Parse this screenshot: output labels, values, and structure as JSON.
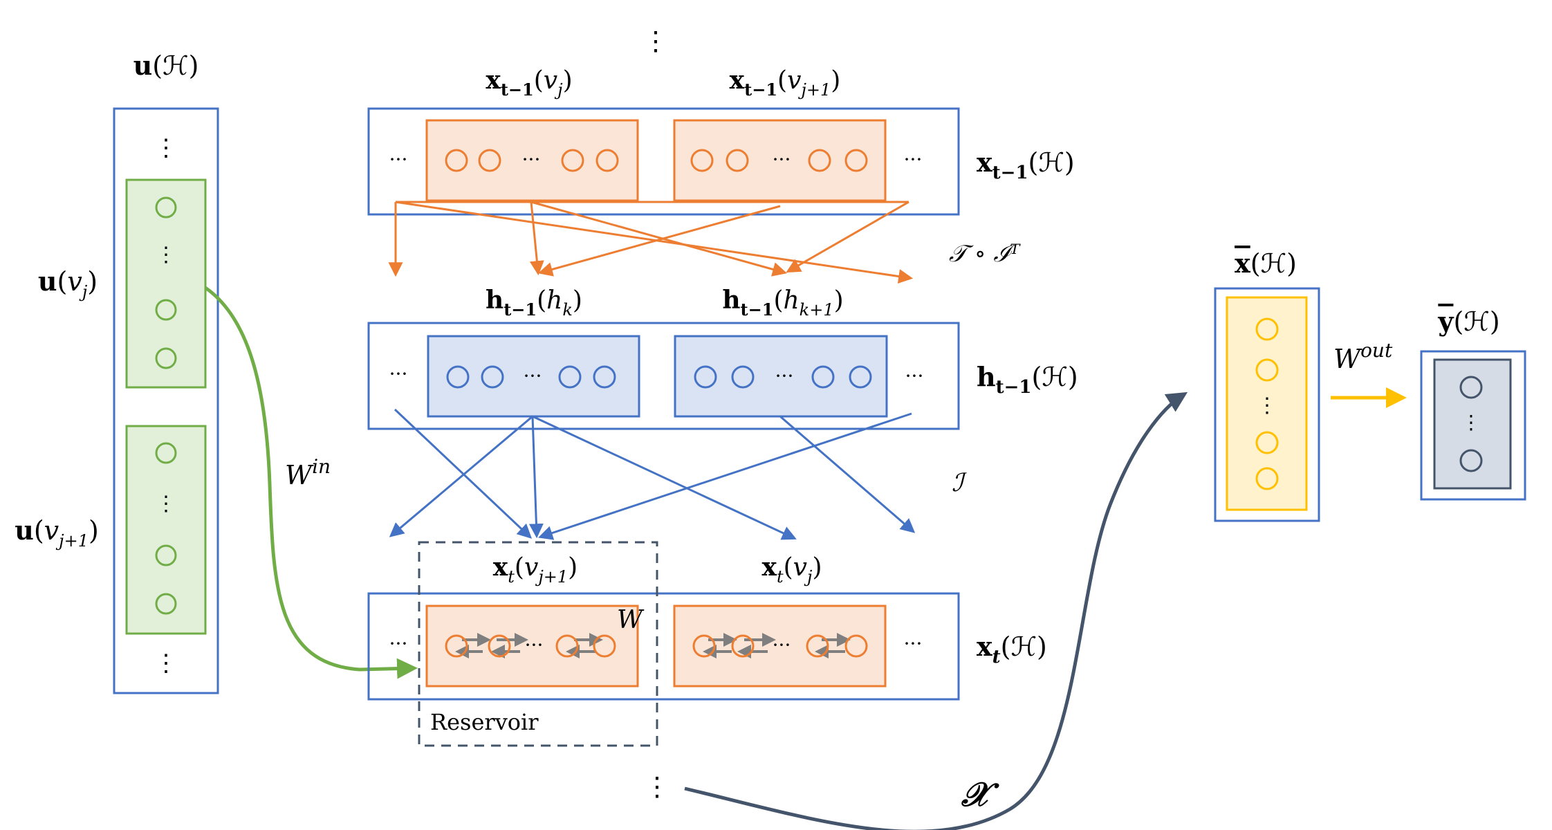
{
  "input": {
    "title": "u(ℋ)",
    "node_j": "u(v_j)",
    "node_j1": "u(v_{j+1})",
    "ellipsis": "⋮"
  },
  "hypergraph": {
    "top_ellipsis": "⋮",
    "bottom_ellipsis": "⋮",
    "row_ellipsis": "···",
    "x_prev": {
      "row_label": "x_{t−1}(ℋ)",
      "group_a": "x_{t−1}(v_j)",
      "group_b": "x_{t−1}(v_{j+1})"
    },
    "h_prev": {
      "row_label": "h_{t−1}(ℋ)",
      "group_a": "h_{t−1}(h_k)",
      "group_b": "h_{t−1}(h_{k+1})"
    },
    "x_curr": {
      "row_label": "x_t(ℋ)",
      "group_a": "x_t(v_{j+1})",
      "group_b": "x_t(v_j)"
    },
    "op_vertex_to_edge": "𝒯 ∘ ℐᵀ",
    "op_edge_to_vertex": "ℐ",
    "reservoir_label": "Reservoir",
    "reservoir_weight": "W"
  },
  "weights": {
    "input": "W^{in}",
    "output": "W^{out}",
    "readout_op": "𝒳"
  },
  "readout": {
    "x_bar": "x̅(ℋ)",
    "y_bar": "y̅(ℋ)"
  },
  "colors": {
    "blue_border": "#4472c4",
    "orange": "#ed7d31",
    "orange_fill": "#fbe5d6",
    "blue_fill": "#dae3f3",
    "green": "#70ad47",
    "green_fill": "#e2f0d9",
    "yellow": "#ffc000",
    "yellow_fill": "#fff2cc",
    "slate": "#44546a",
    "slate_fill": "#d6dce5",
    "gray_arrow": "#7f7f7f"
  }
}
